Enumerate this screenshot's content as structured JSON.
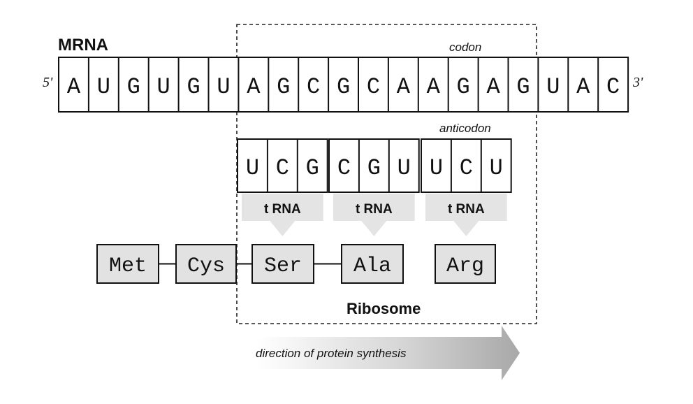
{
  "title": "MRNA",
  "mrna": {
    "five_prime": "5'",
    "three_prime": "3'",
    "bases": [
      "A",
      "U",
      "G",
      "U",
      "G",
      "U",
      "A",
      "G",
      "C",
      "G",
      "C",
      "A",
      "A",
      "G",
      "A",
      "G",
      "U",
      "A",
      "C"
    ]
  },
  "codon_label": "codon",
  "anticodon_label": "anticodon",
  "trnas": [
    {
      "bases": [
        "U",
        "C",
        "G"
      ],
      "label": "t RNA"
    },
    {
      "bases": [
        "C",
        "G",
        "U"
      ],
      "label": "t RNA"
    },
    {
      "bases": [
        "U",
        "C",
        "U"
      ],
      "label": "t RNA"
    }
  ],
  "amino_acids": [
    "Met",
    "Cys",
    "Ser",
    "Ala",
    "Arg"
  ],
  "ribosome_label": "Ribosome",
  "direction_label": "direction of protein synthesis"
}
